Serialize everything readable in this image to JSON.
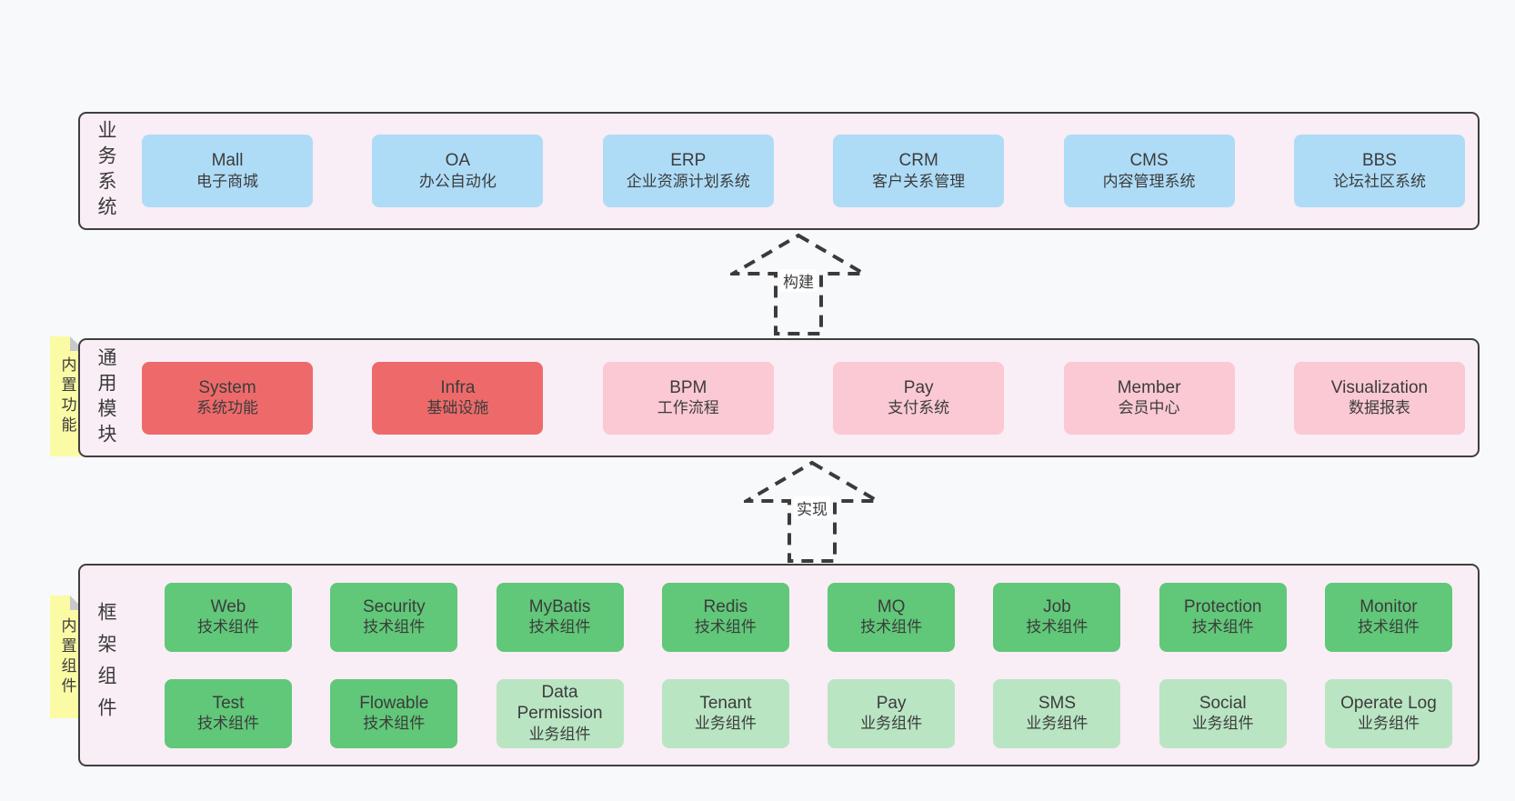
{
  "diagram": {
    "layers": [
      {
        "label": "业务系统",
        "boxes": [
          {
            "title": "Mall",
            "subtitle": "电子商城"
          },
          {
            "title": "OA",
            "subtitle": "办公自动化"
          },
          {
            "title": "ERP",
            "subtitle": "企业资源计划系统"
          },
          {
            "title": "CRM",
            "subtitle": "客户关系管理"
          },
          {
            "title": "CMS",
            "subtitle": "内容管理系统"
          },
          {
            "title": "BBS",
            "subtitle": "论坛社区系统"
          }
        ]
      },
      {
        "label": "通用模块",
        "note": "内置功能",
        "boxes": [
          {
            "title": "System",
            "subtitle": "系统功能"
          },
          {
            "title": "Infra",
            "subtitle": "基础设施"
          },
          {
            "title": "BPM",
            "subtitle": "工作流程"
          },
          {
            "title": "Pay",
            "subtitle": "支付系统"
          },
          {
            "title": "Member",
            "subtitle": "会员中心"
          },
          {
            "title": "Visualization",
            "subtitle": "数据报表"
          }
        ]
      },
      {
        "label": "框架组件",
        "note": "内置组件",
        "rows": [
          [
            {
              "title": "Web",
              "subtitle": "技术组件"
            },
            {
              "title": "Security",
              "subtitle": "技术组件"
            },
            {
              "title": "MyBatis",
              "subtitle": "技术组件"
            },
            {
              "title": "Redis",
              "subtitle": "技术组件"
            },
            {
              "title": "MQ",
              "subtitle": "技术组件"
            },
            {
              "title": "Job",
              "subtitle": "技术组件"
            },
            {
              "title": "Protection",
              "subtitle": "技术组件"
            },
            {
              "title": "Monitor",
              "subtitle": "技术组件"
            }
          ],
          [
            {
              "title": "Test",
              "subtitle": "技术组件"
            },
            {
              "title": "Flowable",
              "subtitle": "技术组件"
            },
            {
              "title": "Data Permission",
              "subtitle": "业务组件"
            },
            {
              "title": "Tenant",
              "subtitle": "业务组件"
            },
            {
              "title": "Pay",
              "subtitle": "业务组件"
            },
            {
              "title": "SMS",
              "subtitle": "业务组件"
            },
            {
              "title": "Social",
              "subtitle": "业务组件"
            },
            {
              "title": "Operate Log",
              "subtitle": "业务组件"
            }
          ]
        ]
      }
    ],
    "arrows": [
      {
        "label": "构建"
      },
      {
        "label": "实现"
      }
    ],
    "colors": {
      "business_box": "#aedcf7",
      "core_module_box": "#ee6a6a",
      "optional_module_box": "#fac9d3",
      "tech_component_box": "#60c878",
      "biz_component_box": "#b9e5c3",
      "container_bg": "#f9edf6",
      "container_border": "#3f3f3f",
      "note_bg": "#fbfba6",
      "note_fold": "#c9c9c9",
      "page_bg": "#f8f9fa"
    }
  }
}
